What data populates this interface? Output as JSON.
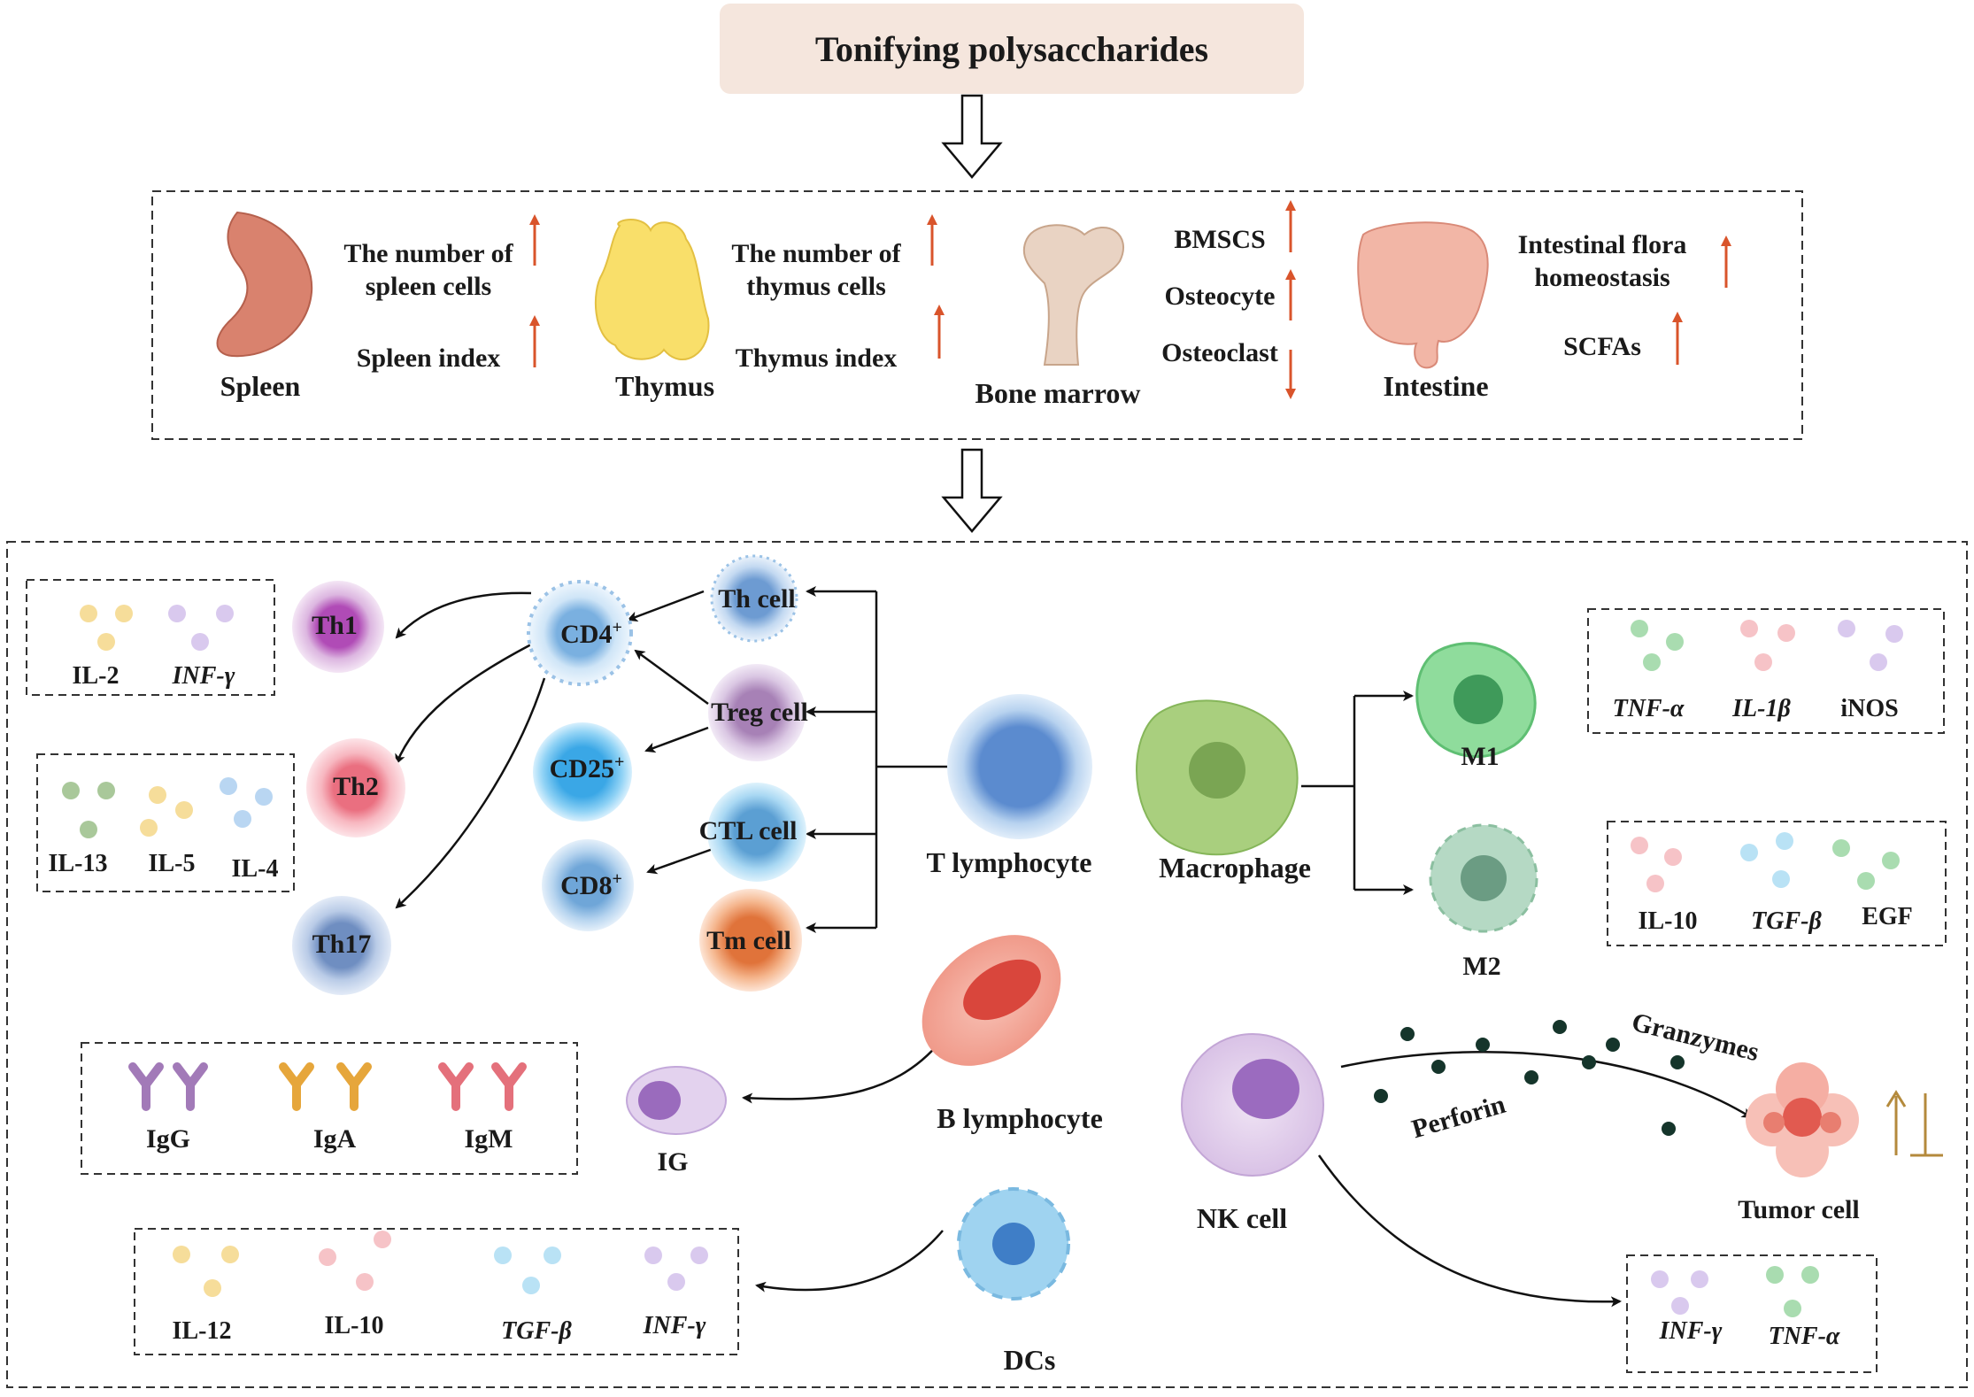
{
  "title": "Tonifying polysaccharides",
  "organs": {
    "spleen": {
      "name": "Spleen",
      "metric1": "The number of spleen cells",
      "metric1_line1": "The number of",
      "metric1_line2": "spleen cells",
      "metric2": "Spleen index"
    },
    "thymus": {
      "name": "Thymus",
      "metric1_line1": "The number of",
      "metric1_line2": "thymus cells",
      "metric2": "Thymus index"
    },
    "bone_marrow": {
      "name": "Bone marrow",
      "m1": "BMSCS",
      "m2": "Osteocyte",
      "m3": "Osteoclast"
    },
    "intestine": {
      "name": "Intestine",
      "m1_line1": "Intestinal flora",
      "m1_line2": "homeostasis",
      "m2": "SCFAs"
    }
  },
  "t_cells": {
    "center": "T lymphocyte",
    "th": "Th cell",
    "treg": "Treg cell",
    "ctl": "CTL cell",
    "tm": "Tm cell",
    "cd4": "CD4",
    "cd4_sup": "+",
    "cd25": "CD25",
    "cd25_sup": "+",
    "cd8": "CD8",
    "cd8_sup": "+",
    "th1": "Th1",
    "th2": "Th2",
    "th17": "Th17"
  },
  "cytokine_boxes": {
    "th1": [
      "IL-2",
      "INF-γ"
    ],
    "th2": [
      "IL-13",
      "IL-5",
      "IL-4"
    ],
    "m1": [
      "TNF-α",
      "IL-1β",
      "iNOS"
    ],
    "m2": [
      "IL-10",
      "TGF-β",
      "EGF"
    ],
    "dc": [
      "IL-12",
      "IL-10",
      "TGF-β",
      "INF-γ"
    ],
    "nk": [
      "INF-γ",
      "TNF-α"
    ]
  },
  "macrophage": {
    "name": "Macrophage",
    "m1": "M1",
    "m2": "M2"
  },
  "b_cells": {
    "name": "B lymphocyte",
    "ig": "IG",
    "antibodies": [
      "IgG",
      "IgA",
      "IgM"
    ]
  },
  "dcs": {
    "name": "DCs"
  },
  "nk": {
    "name": "NK cell",
    "granzymes": "Granzymes",
    "perforin": "Perforin",
    "tumor": "Tumor cell"
  },
  "colors": {
    "arrow_up": "#d9542b",
    "tumor_arrow": "#b48a3c",
    "title_bg": "#f5e6dd"
  },
  "icons": [
    "spleen-icon",
    "thymus-icon",
    "bone-marrow-icon",
    "intestine-icon",
    "hollow-down-arrow-icon",
    "antibody-icon"
  ]
}
